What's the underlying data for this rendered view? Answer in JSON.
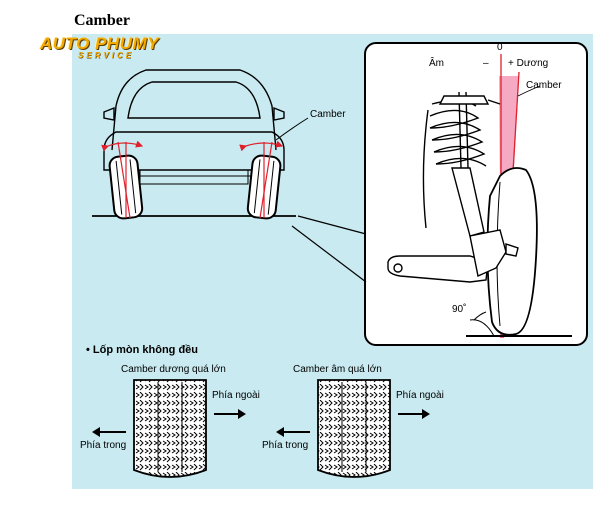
{
  "header": {
    "title": "Camber",
    "logo_text": "AUTO PHUMY",
    "logo_subtext": "SERVICE"
  },
  "diagram": {
    "car_camber_label": "Camber",
    "inset": {
      "zero_label": "0",
      "negative_label": "Âm",
      "minus_sign": "–",
      "positive_label": "+ Dương",
      "camber_label": "Camber",
      "angle_label": "90˚"
    }
  },
  "tire_wear": {
    "heading": "• Lốp mòn không đều",
    "left_tire": {
      "caption": "Camber dương quá lớn",
      "outer_label": "Phía ngoài",
      "inner_label": "Phía trong"
    },
    "right_tire": {
      "caption": "Camber âm quá lớn",
      "outer_label": "Phía ngoài",
      "inner_label": "Phía trong"
    }
  },
  "colors": {
    "panel_bg": "#c8eaf0",
    "camber_red": "#e0202a",
    "camber_wedge": "#f59ab8",
    "logo_orange": "#f2a900"
  }
}
